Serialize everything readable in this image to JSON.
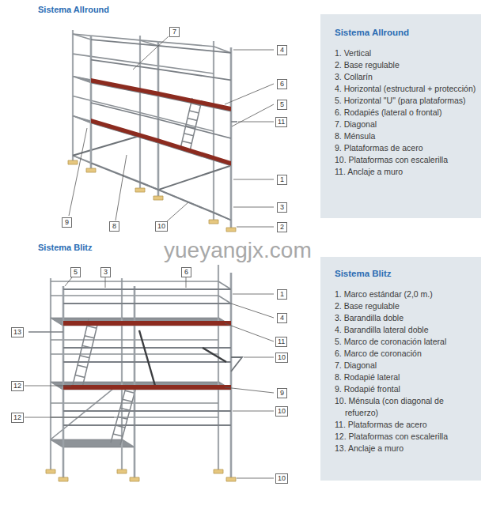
{
  "diagram": {
    "nodes": [
      {
        "text": [
          "7"
        ]
      },
      {
        "text": [
          "4"
        ]
      },
      {
        "text": [
          "6"
        ]
      },
      {
        "text": [
          "5"
        ]
      },
      {
        "text": [
          "11"
        ]
      },
      {
        "text": [
          "1"
        ]
      },
      {
        "text": [
          "3"
        ]
      },
      {
        "text": [
          "9"
        ]
      },
      {
        "text": [
          "8"
        ]
      },
      {
        "text": [
          "10"
        ]
      },
      {
        "text": [
          "2"
        ]
      },
      {
        "text": [
          "Sistema Allround",
          "1. Vertical",
          "2. Base regulable",
          "3. Collarín",
          "4. Horizontal (estructural + protección)",
          "5. Horizontal \"U\" (para plataformas)",
          "6. Rodapiés (lateral o frontal)",
          "7. Diagonal",
          "8. Ménsula",
          "9. Plataformas de acero",
          "10. Plataformas con escalerilla",
          "11. Anclaje a muro"
        ]
      },
      {
        "text": [
          "5"
        ]
      },
      {
        "text": [
          "3"
        ]
      },
      {
        "text": [
          "6"
        ]
      },
      {
        "text": [
          "1"
        ]
      },
      {
        "text": [
          "4"
        ]
      },
      {
        "text": [
          "13"
        ]
      },
      {
        "text": [
          "11"
        ]
      },
      {
        "text": [
          "10"
        ]
      },
      {
        "text": [
          "12"
        ]
      },
      {
        "text": [
          "9"
        ]
      },
      {
        "text": [
          "10"
        ]
      },
      {
        "text": [
          "12"
        ]
      },
      {
        "text": [
          "10"
        ]
      },
      {
        "text": [
          "Sistema Blitz",
          "1. Marco estándar (2,0 m.)",
          "2. Base regulable",
          "3. Barandilla doble",
          "4. Barandilla lateral doble",
          "5. Marco de coronación lateral",
          "6. Marco de coronación",
          "7. Diagonal",
          "8. Rodapié lateral",
          "9. Rodapié frontal",
          "10. Ménsula (con diagonal de refuerzo)",
          "11. Plataformas de acero",
          "12. Plataformas con escalerilla",
          "13. Anclaje a muro"
        ]
      }
    ],
    "labels": [
      "Sistema Allround",
      "Sistema Blitz",
      "yueyangjx.com"
    ]
  }
}
